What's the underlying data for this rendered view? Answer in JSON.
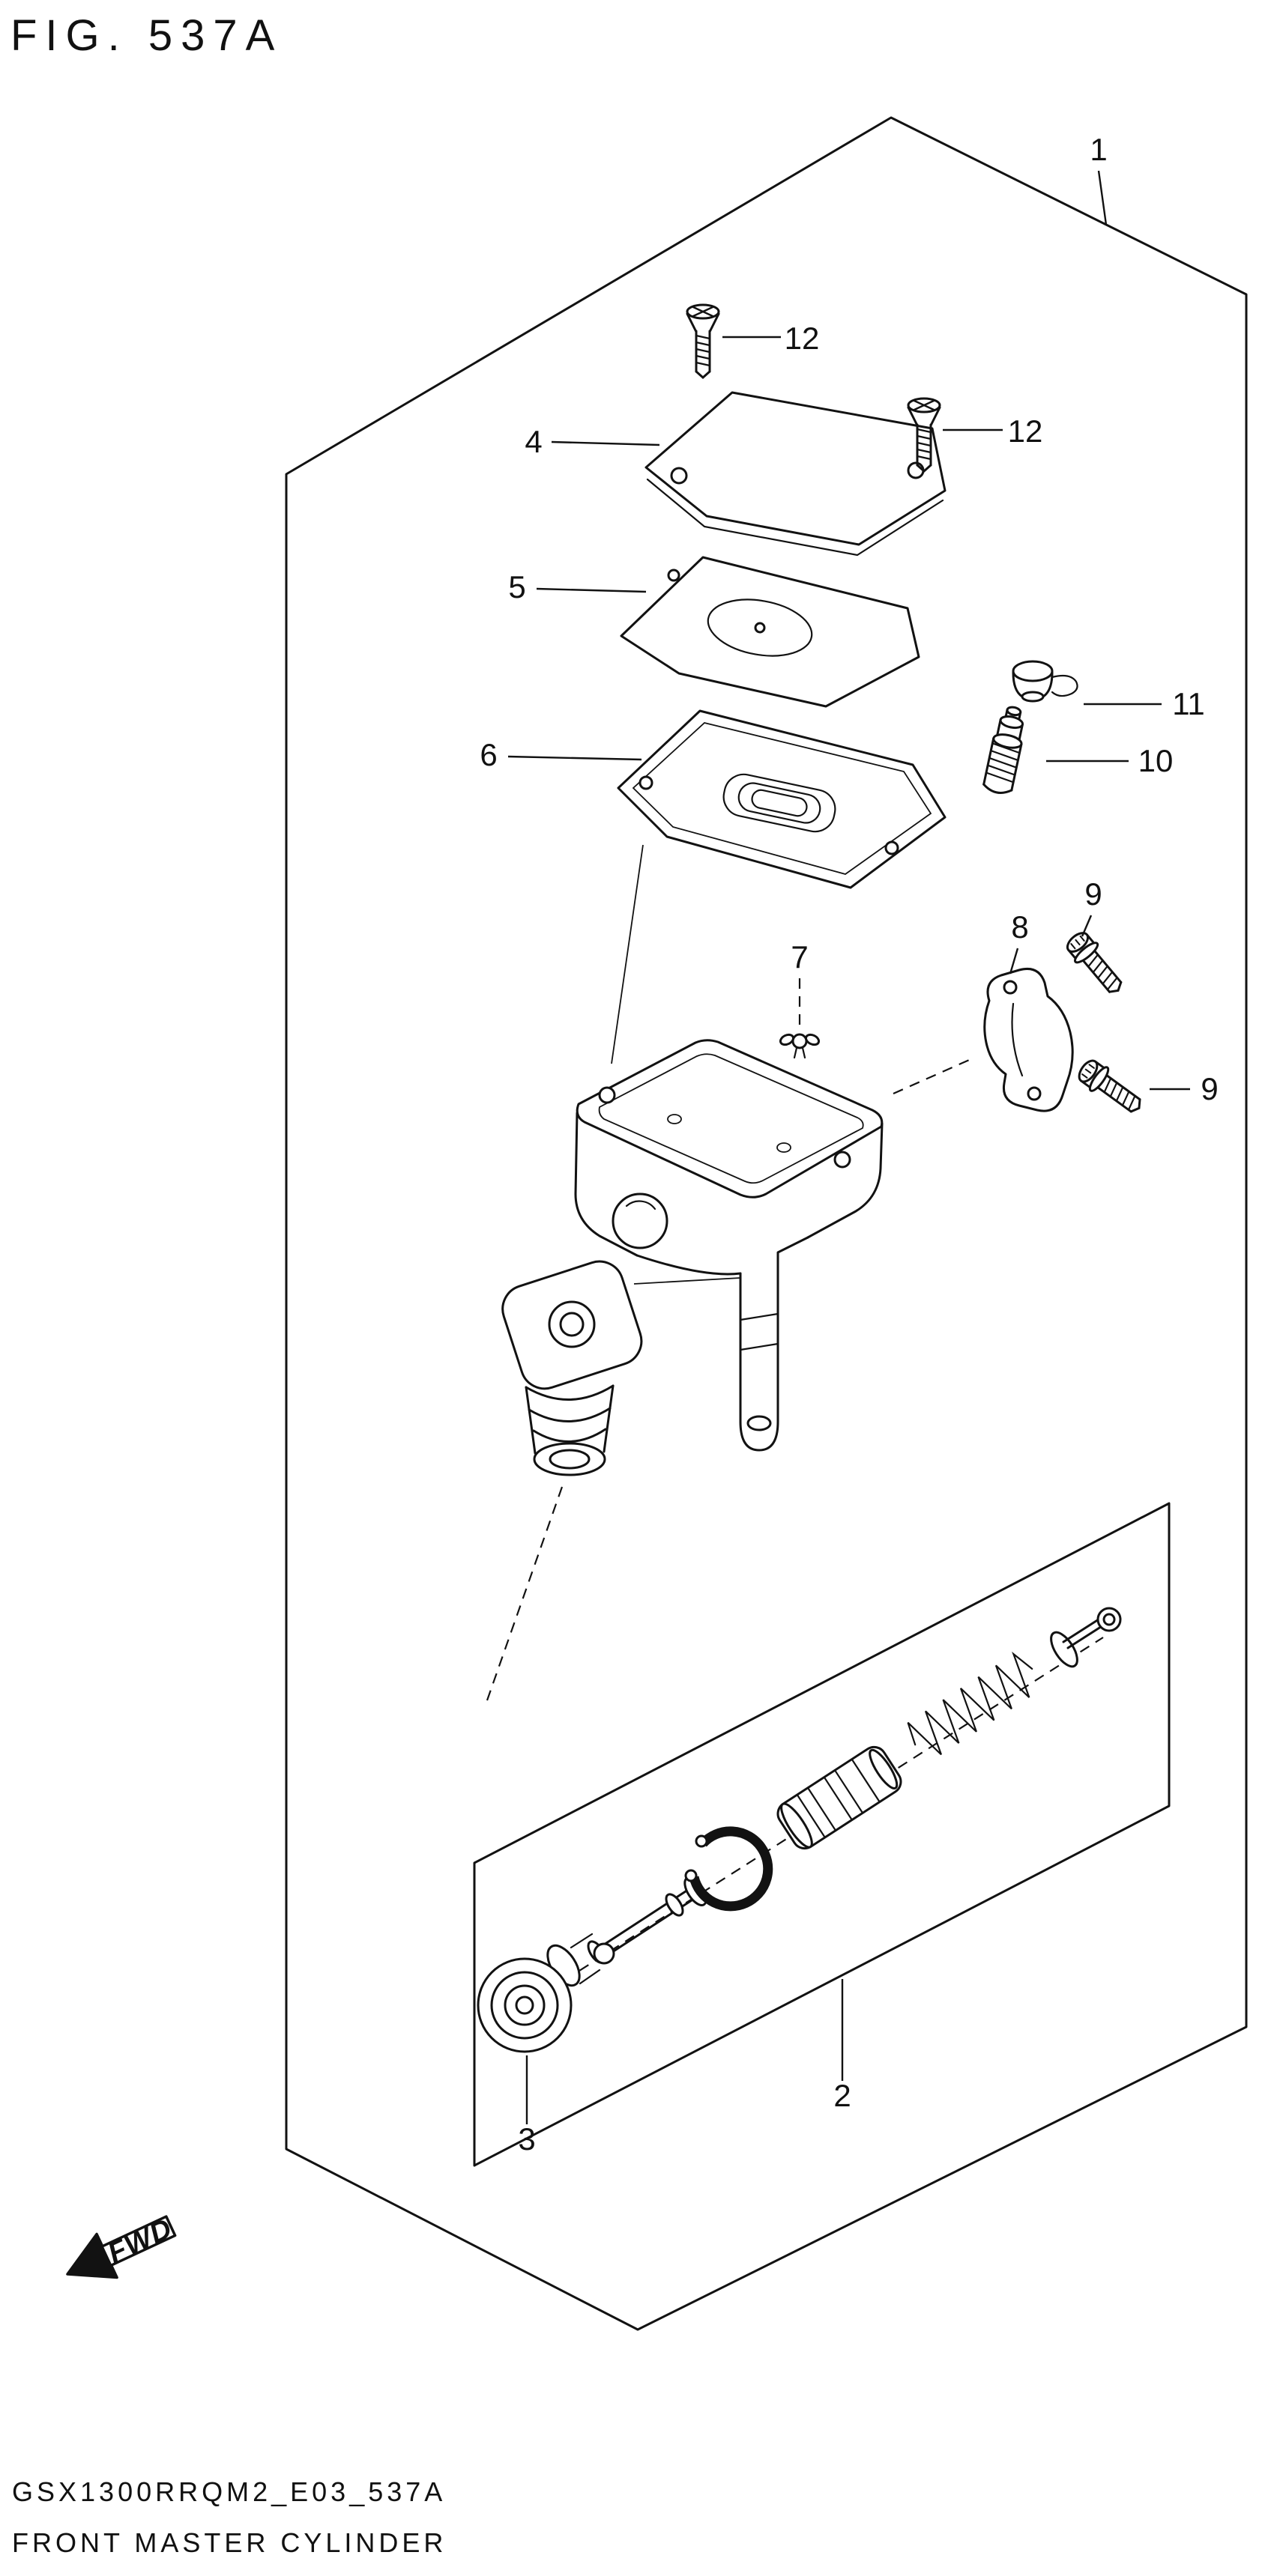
{
  "figure": {
    "title": "FIG. 537A",
    "code": "GSX1300RRQM2_E03_537A",
    "name": "FRONT MASTER CYLINDER"
  },
  "fwd": {
    "label": "FWD"
  },
  "callouts": {
    "c1": "1",
    "c2": "2",
    "c3": "3",
    "c4": "4",
    "c5": "5",
    "c6": "6",
    "c7": "7",
    "c8": "8",
    "c9a": "9",
    "c9b": "9",
    "c10": "10",
    "c11": "11",
    "c12a": "12",
    "c12b": "12"
  }
}
